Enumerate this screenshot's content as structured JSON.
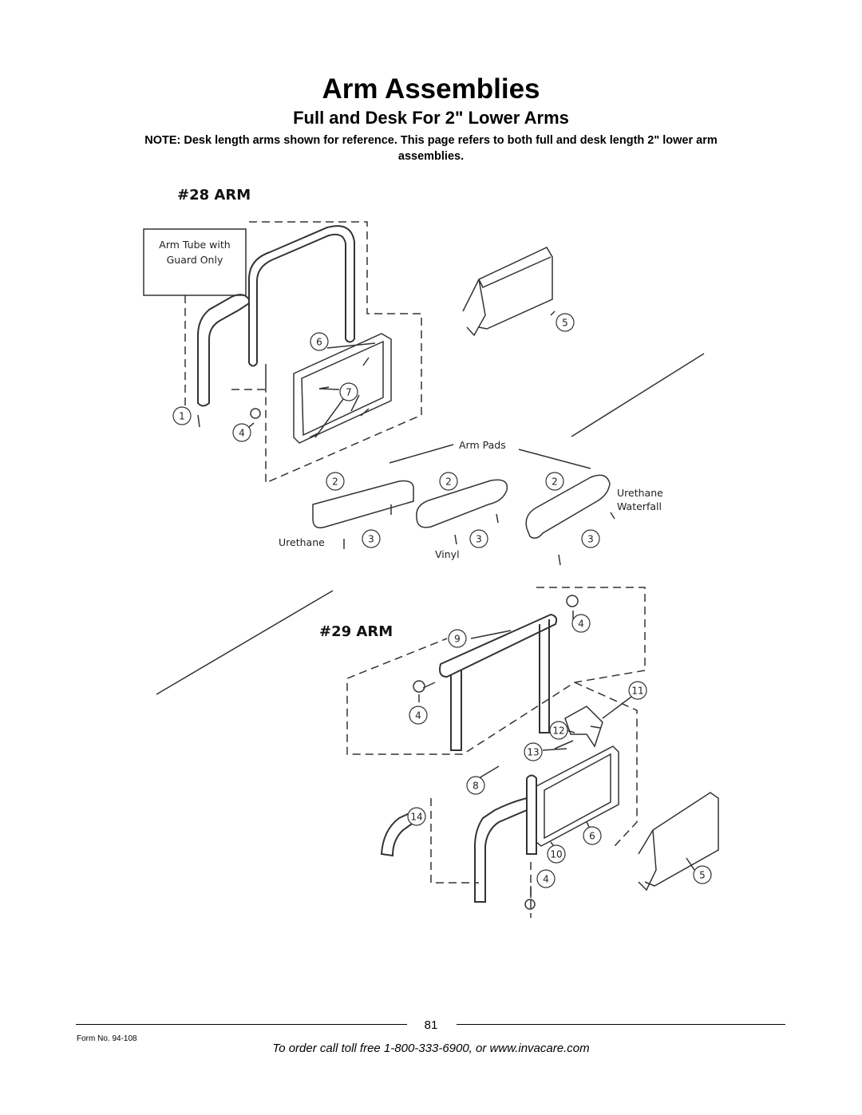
{
  "header": {
    "title": "Arm Assemblies",
    "subtitle": "Full and Desk For 2\" Lower Arms",
    "note_line1": "NOTE: Desk length arms shown for reference. This page refers to both full and desk length 2\" lower arm",
    "note_line2": "assemblies."
  },
  "diagram": {
    "arm28_label": "#28 ARM",
    "arm29_label": "#29 ARM",
    "guard_box_line1": "Arm Tube with",
    "guard_box_line2": "Guard Only",
    "arm_pads_label": "Arm Pads",
    "urethane_label": "Urethane",
    "vinyl_label": "Vinyl",
    "urethane_waterfall_line1": "Urethane",
    "urethane_waterfall_line2": "Waterfall",
    "callouts": {
      "c1": "1",
      "c2a": "2",
      "c2b": "2",
      "c2c": "2",
      "c3a": "3",
      "c3b": "3",
      "c3c": "3",
      "c4a": "4",
      "c4b": "4",
      "c4c": "4",
      "c4d": "4",
      "c5a": "5",
      "c5b": "5",
      "c6a": "6",
      "c6b": "6",
      "c7": "7",
      "c8": "8",
      "c9": "9",
      "c10": "10",
      "c11": "11",
      "c12": "12",
      "c13": "13",
      "c14": "14"
    }
  },
  "footer": {
    "page_number": "81",
    "form_no": "Form No.  94-108",
    "order_text": "To order call toll free 1-800-333-6900, or www.invacare.com"
  }
}
